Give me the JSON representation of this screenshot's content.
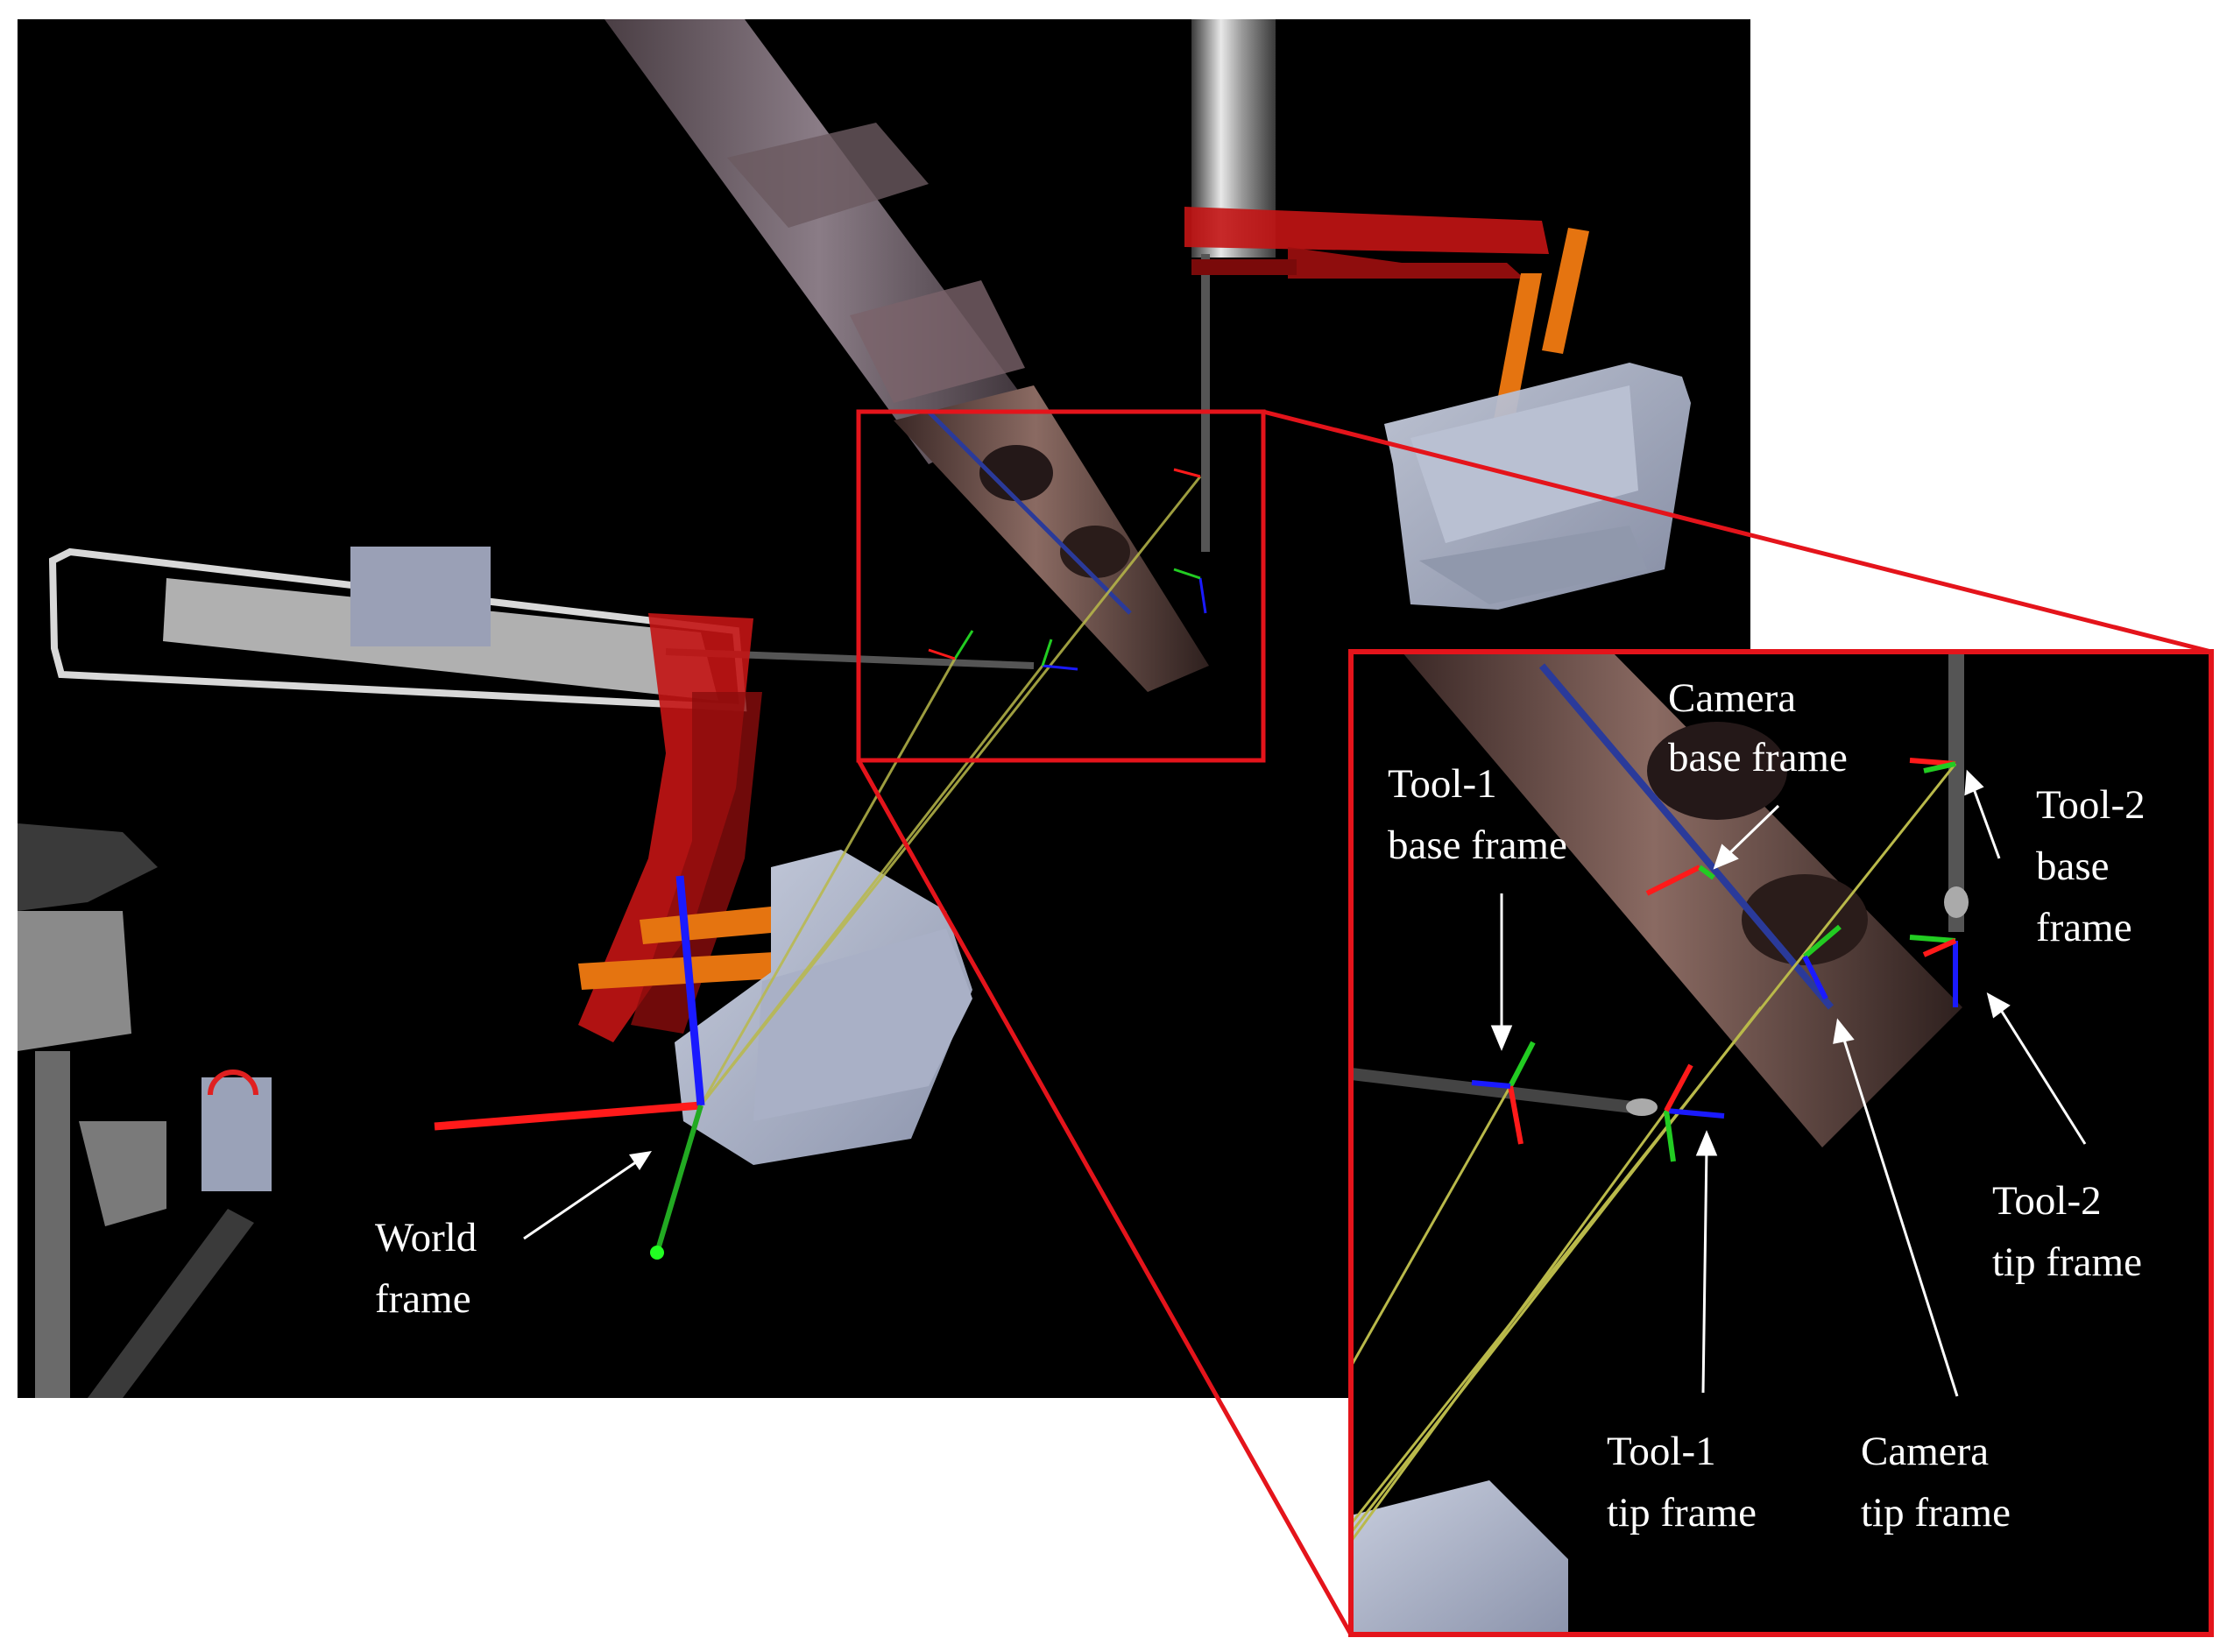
{
  "labels": {
    "world": [
      "World",
      "frame"
    ],
    "camera_base": [
      "Camera",
      "base frame"
    ],
    "tool1_base": [
      "Tool-1",
      "base frame"
    ],
    "tool2_base": [
      "Tool-2",
      "base",
      "frame"
    ],
    "tool2_tip": [
      "Tool-2",
      "tip frame"
    ],
    "tool1_tip": [
      "Tool-1",
      "tip frame"
    ],
    "camera_tip": [
      "Camera",
      "tip frame"
    ]
  },
  "colors": {
    "background_scene": "#000000",
    "highlight_box": "#e4141b",
    "frame_x_axis": "#ff1a1a",
    "frame_y_axis": "#22cc22",
    "frame_z_axis": "#1a1aff",
    "sight_line": "#b9b94a",
    "robot_arm_red": "#c31414",
    "robot_arm_orange": "#e57410",
    "console_grey": "#aab2c8",
    "camera_arm": "#7a5e5a"
  }
}
